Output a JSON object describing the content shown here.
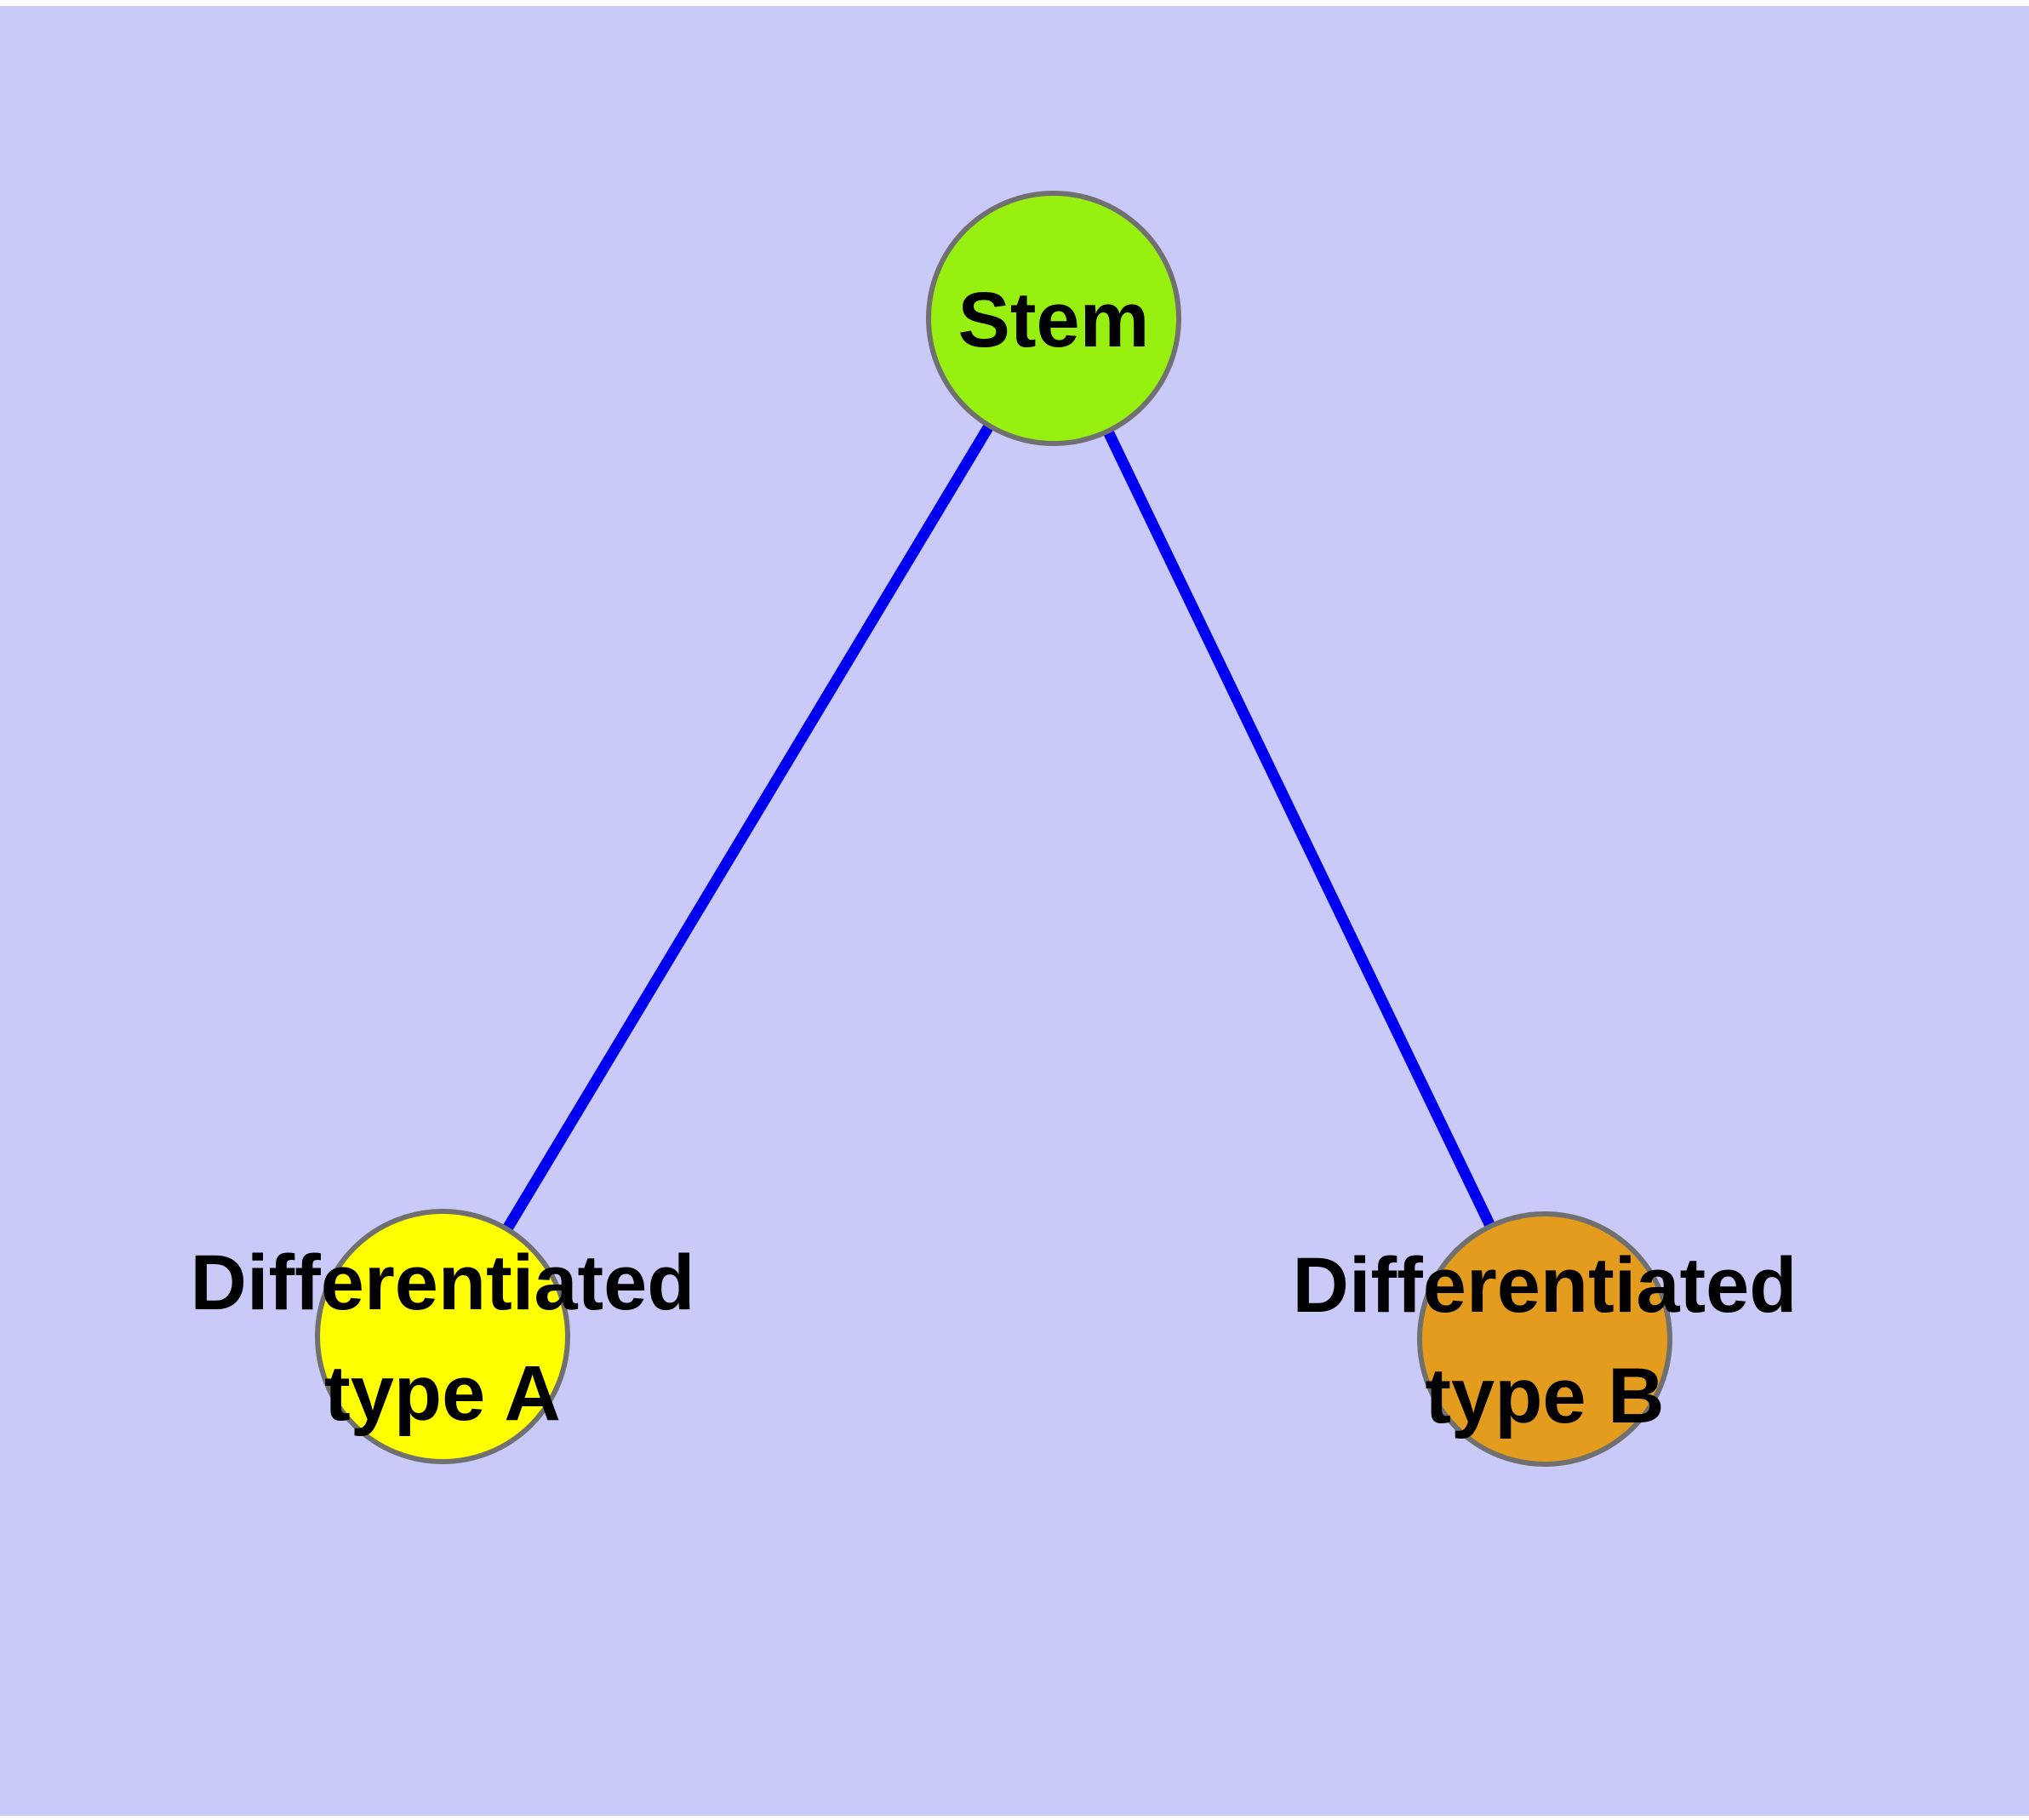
{
  "diagram": {
    "description": "Graph of stem cell differentiation: one stem node with edges to two differentiated cell type nodes",
    "background_color": "#CACAF8",
    "frame_color": "#FFFFFF",
    "edge_color": "#0000EE",
    "node_border_color": "#707070",
    "label_color": "#000000",
    "nodes": {
      "stem": {
        "label": "Stem",
        "fill": "#97F00F"
      },
      "type_a": {
        "label_line1": "Differentiated",
        "label_line2": "type A",
        "fill": "#FFFF00"
      },
      "type_b": {
        "label_line1": "Differentiated",
        "label_line2": "type B",
        "fill": "#E49C1E"
      }
    },
    "edges": [
      {
        "id": "stem-to-type-a",
        "from": "stem",
        "to": "type_a"
      },
      {
        "id": "stem-to-type-b",
        "from": "stem",
        "to": "type_b"
      }
    ]
  }
}
